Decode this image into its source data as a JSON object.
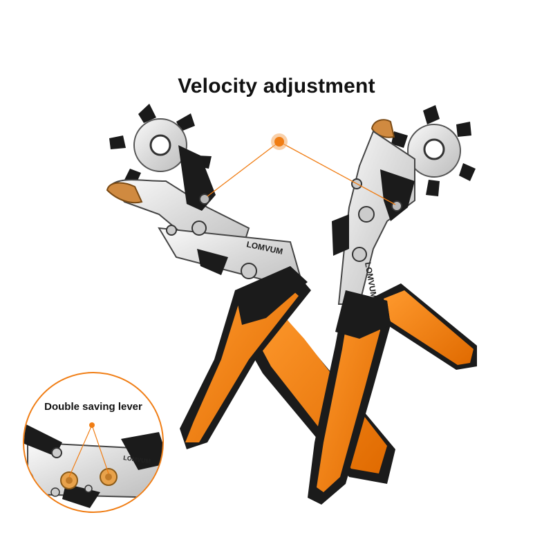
{
  "headline": "Velocity adjustment",
  "inset": {
    "label": "Double saving lever"
  },
  "brand": {
    "name": "LOMVUM"
  },
  "colors": {
    "accent": "#f07d14",
    "handle_dark": "#1b1b1b",
    "metal": "#e6e6e6",
    "brass": "#c58a3a"
  },
  "icons": {
    "marker": "orange-dot-icon",
    "tool": "rotary-punch-plier-icon"
  }
}
